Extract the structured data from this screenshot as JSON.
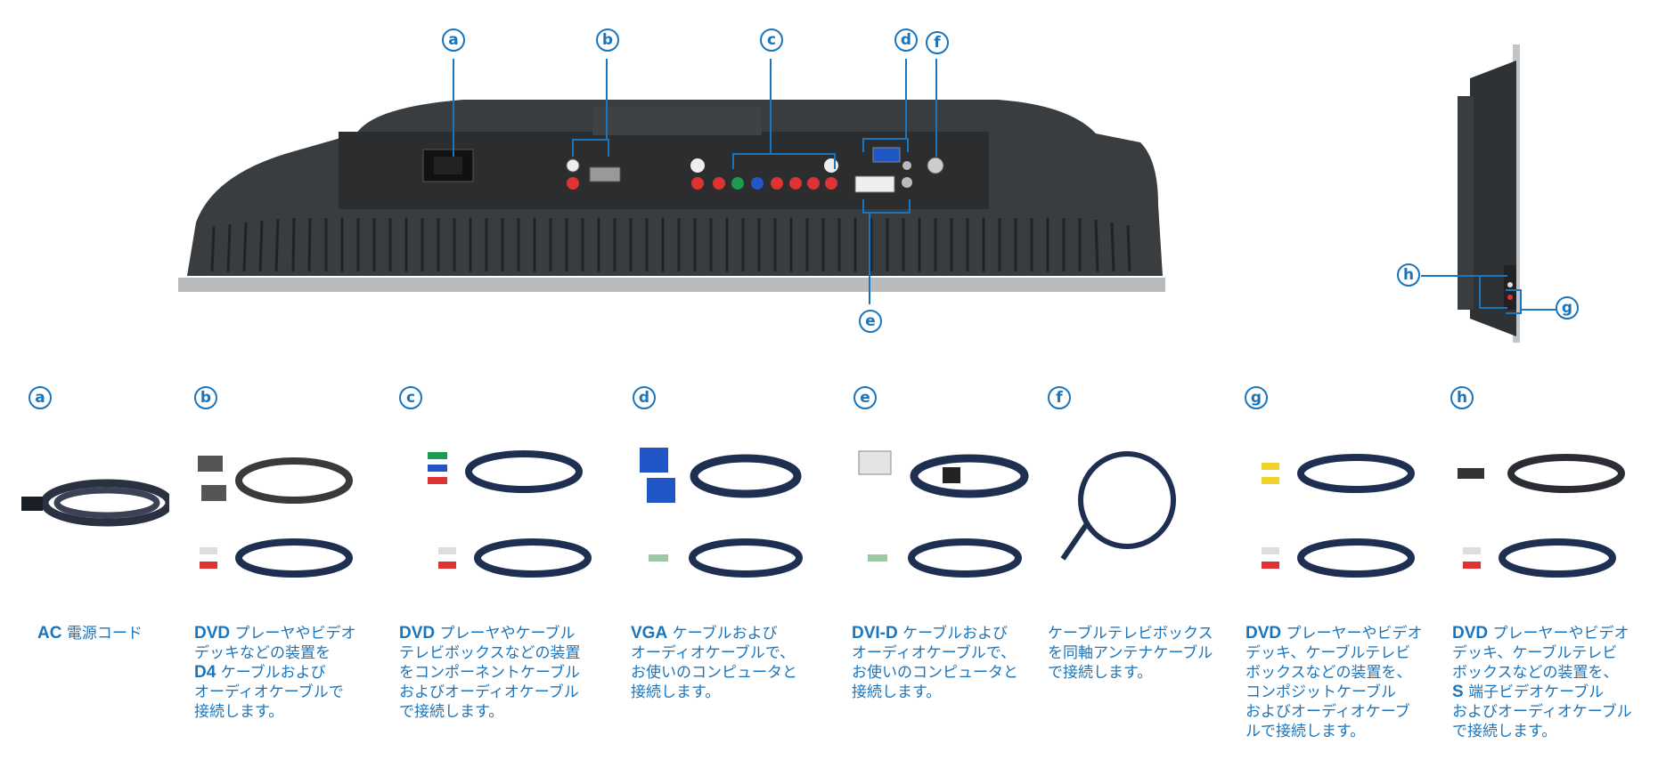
{
  "labels": {
    "a": "a",
    "b": "b",
    "c": "c",
    "d": "d",
    "e": "e",
    "f": "f",
    "g": "g",
    "h": "h"
  },
  "items": [
    {
      "key": "a",
      "bold": "AC",
      "text": " 電源コード"
    },
    {
      "key": "b",
      "lines": [
        {
          "bold": "DVD",
          "text": " プレーヤやビデオ"
        },
        {
          "text": "デッキなどの装置を"
        },
        {
          "bold": "D4",
          "text": " ケーブルおよび"
        },
        {
          "text": "オーディオケーブルで"
        },
        {
          "text": "接続します。"
        }
      ]
    },
    {
      "key": "c",
      "lines": [
        {
          "bold": "DVD",
          "text": " プレーヤやケーブル"
        },
        {
          "text": "テレビボックスなどの装置"
        },
        {
          "text": "をコンポーネントケーブル"
        },
        {
          "text": "およびオーディオケーブル"
        },
        {
          "text": "で接続します。"
        }
      ]
    },
    {
      "key": "d",
      "lines": [
        {
          "bold": "VGA",
          "text": " ケーブルおよび"
        },
        {
          "text": "オーディオケーブルで、"
        },
        {
          "text": "お使いのコンピュータと"
        },
        {
          "text": "接続します。"
        }
      ]
    },
    {
      "key": "e",
      "lines": [
        {
          "bold": "DVI-D",
          "text": " ケーブルおよび"
        },
        {
          "text": "オーディオケーブルで、"
        },
        {
          "text": "お使いのコンピュータと"
        },
        {
          "text": "接続します。"
        }
      ]
    },
    {
      "key": "f",
      "lines": [
        {
          "text": "ケーブルテレビボックス"
        },
        {
          "text": "を同軸アンテナケーブル"
        },
        {
          "text": "で接続します。"
        }
      ]
    },
    {
      "key": "g",
      "lines": [
        {
          "bold": "DVD",
          "text": " プレーヤーやビデオ"
        },
        {
          "text": "デッキ、ケーブルテレビ"
        },
        {
          "text": "ボックスなどの装置を、"
        },
        {
          "text": "コンポジットケーブル"
        },
        {
          "text": "およびオーディオケーブ"
        },
        {
          "text": "ルで接続します。"
        }
      ]
    },
    {
      "key": "h",
      "lines": [
        {
          "bold": "DVD",
          "text": " プレーヤーやビデオ"
        },
        {
          "text": "デッキ、ケーブルテレビ"
        },
        {
          "text": "ボックスなどの装置を、"
        },
        {
          "bold": "S",
          "text": " 端子ビデオケーブル"
        },
        {
          "text": "およびオーディオケーブル"
        },
        {
          "text": "で接続します。"
        }
      ]
    }
  ],
  "colors": {
    "accent": "#1a75bc",
    "panel": "#3a3d40",
    "panel_dark": "#2b2d2f",
    "rim": "#b8bbbd"
  }
}
